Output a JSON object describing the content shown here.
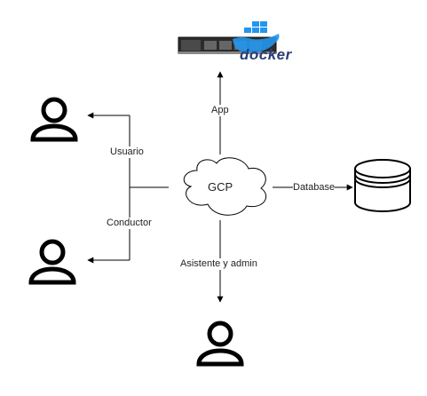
{
  "nodes": {
    "gcp": "GCP",
    "docker_text": "docker"
  },
  "edges": {
    "app": "App",
    "usuario": "Usuario",
    "conductor": "Conductor",
    "database": "Database",
    "asistente": "Asistente y admin"
  },
  "icons": {
    "server": "docker-server-icon",
    "database": "database-cylinder-icon",
    "user": "user-icon",
    "cloud": "cloud-icon"
  },
  "colors": {
    "stroke": "#000000",
    "docker_blue": "#2396ed",
    "docker_dark": "#2a3e78"
  }
}
